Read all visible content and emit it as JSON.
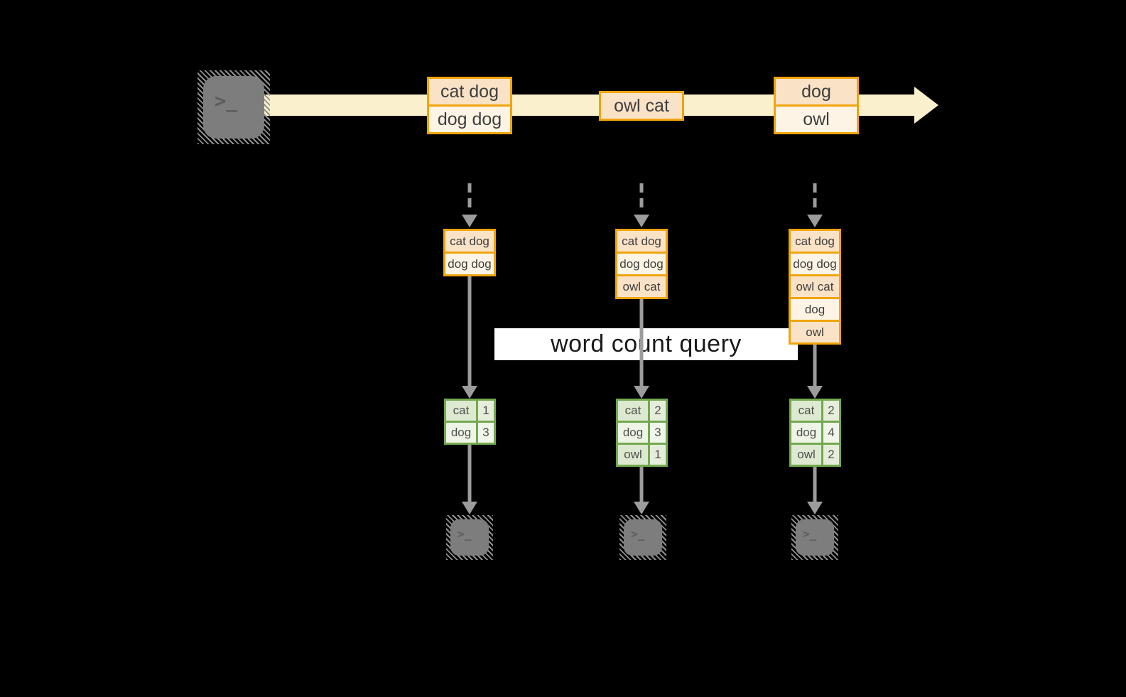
{
  "diagram": {
    "banner": "word count query",
    "terminal_glyph": ">_",
    "stream_events": [
      {
        "rows": [
          "cat dog",
          "dog dog"
        ]
      },
      {
        "rows": [
          "owl cat"
        ]
      },
      {
        "rows": [
          "dog",
          "owl"
        ]
      }
    ],
    "columns": [
      {
        "buffer": [
          "cat dog",
          "dog dog"
        ],
        "counts": [
          {
            "word": "cat",
            "count": "1"
          },
          {
            "word": "dog",
            "count": "3"
          }
        ]
      },
      {
        "buffer": [
          "cat dog",
          "dog dog",
          "owl cat"
        ],
        "counts": [
          {
            "word": "cat",
            "count": "2"
          },
          {
            "word": "dog",
            "count": "3"
          },
          {
            "word": "owl",
            "count": "1"
          }
        ]
      },
      {
        "buffer": [
          "cat dog",
          "dog dog",
          "owl cat",
          "dog",
          "owl"
        ],
        "counts": [
          {
            "word": "cat",
            "count": "2"
          },
          {
            "word": "dog",
            "count": "4"
          },
          {
            "word": "owl",
            "count": "2"
          }
        ]
      }
    ],
    "colors": {
      "background": "#000000",
      "band": "#fbf0cd",
      "orange_border": "#f0a40c",
      "peach_dark": "#f9e2c6",
      "peach_light": "#fdf4e6",
      "green_border": "#73a94f",
      "green_dark": "#dde9d0",
      "green_dark_num": "#e6eedb",
      "green_light": "#eef4e6",
      "green_light_num": "#f1f6ea",
      "arrow_gray": "#9c9c9c",
      "terminal_gray": "#7d7d7d",
      "glyph_gray": "#5c5c5c",
      "hatch_gray": "#909090",
      "banner_bg": "#ffffff",
      "banner_text": "#1a1a1a"
    }
  }
}
